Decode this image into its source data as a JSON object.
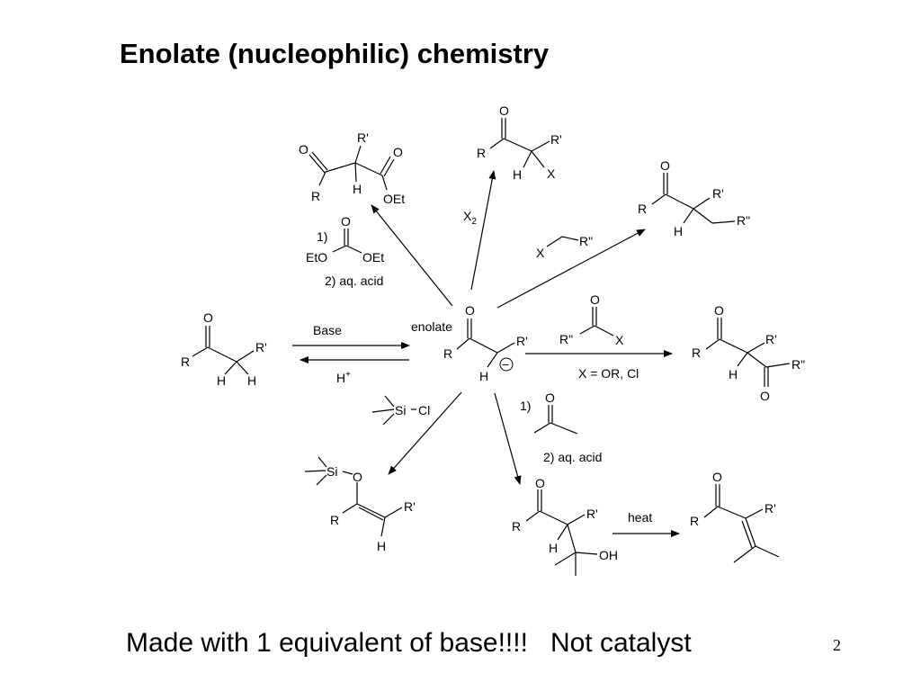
{
  "title": "Enolate (nucleophilic) chemistry",
  "footer": "Made with 1 equivalent of base!!!!   Not catalyst",
  "slide_number": "2",
  "atoms": {
    "O": "O",
    "R": "R",
    "R1": "R'",
    "R2": "R\"",
    "H": "H",
    "X": "X",
    "OEt": "OEt",
    "EtO": "EtO",
    "Si": "Si",
    "Cl": "Cl",
    "OH": "OH",
    "minus": "−"
  },
  "labels": {
    "enolate": "enolate",
    "base": "Base",
    "h_plus": "H",
    "h_plus_sup": "+",
    "x2": "X",
    "x2_sub": "2",
    "step1": "1)",
    "step2_acid": "2) aq. acid",
    "x_or_cl": "X = OR, Cl",
    "heat": "heat"
  }
}
